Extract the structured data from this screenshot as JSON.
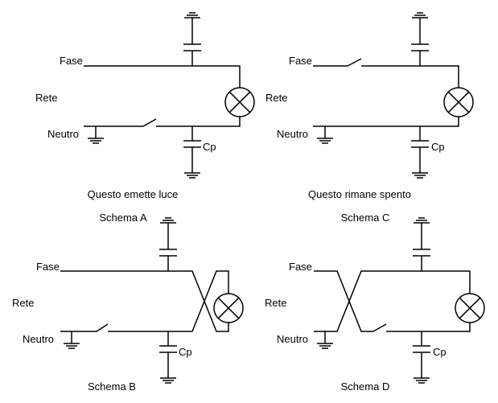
{
  "labels": {
    "fase": "Fase",
    "rete": "Rete",
    "neutro": "Neutro",
    "cp": "Cp"
  },
  "captions": {
    "top_left": "Questo emette luce",
    "top_right": "Questo rimane spento",
    "schema_a": "Schema A",
    "schema_b": "Schema B",
    "schema_c": "Schema C",
    "schema_d": "Schema D"
  }
}
